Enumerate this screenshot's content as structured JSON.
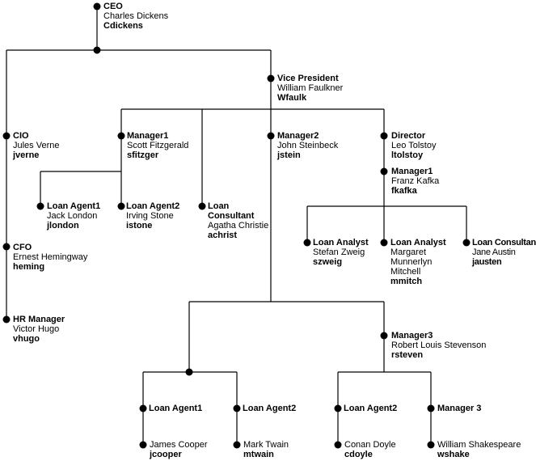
{
  "nodes": {
    "ceo": {
      "title": "CEO",
      "name": "Charles Dickens",
      "user": "Cdickens"
    },
    "vp": {
      "title": "Vice President",
      "name": "William Faulkner",
      "user": "Wfaulk"
    },
    "cio": {
      "title": "CIO",
      "name": "Jules Verne",
      "user": "jverne"
    },
    "cfo": {
      "title": "CFO",
      "name": "Ernest Hemingway",
      "user": "heming"
    },
    "hr": {
      "title": "HR Manager",
      "name": "Victor Hugo",
      "user": "vhugo"
    },
    "m1": {
      "title": "Manager1",
      "name": "Scott Fitzgerald",
      "user": "sfitzger"
    },
    "la1": {
      "title": "Loan Agent1",
      "name": "Jack London",
      "user": "jlondon"
    },
    "la2": {
      "title": "Loan Agent2",
      "name": "Irving Stone",
      "user": "istone"
    },
    "lc": {
      "title1": "Loan",
      "title2": "Consultant",
      "name": "Agatha Christie",
      "user": "achrist"
    },
    "m2": {
      "title": "Manager2",
      "name": "John Steinbeck",
      "user": "jstein"
    },
    "dir": {
      "title": "Director",
      "name": "Leo Tolstoy",
      "user": "ltolstoy"
    },
    "m1k": {
      "title": "Manager1",
      "name": "Franz Kafka",
      "user": "fkafka"
    },
    "lan1": {
      "title": "Loan Analyst",
      "name": "Stefan Zweig",
      "user": "szweig"
    },
    "lan2": {
      "title": "Loan Analyst",
      "name1": "Margaret",
      "name2": "Munnerlyn",
      "name3": "Mitchell",
      "user": "mmitch"
    },
    "lcj": {
      "title": "Loan Consultant",
      "name": "Jane Austin",
      "user": "jausten"
    },
    "m3": {
      "title": "Manager3",
      "name": "Robert Louis Stevenson",
      "user": "rsteven"
    },
    "bla1": {
      "title": "Loan Agent1",
      "name": "James Cooper",
      "user": "jcooper"
    },
    "bla2": {
      "title": "Loan Agent2",
      "name": "Mark Twain",
      "user": "mtwain"
    },
    "bla3": {
      "title": "Loan Agent2",
      "name": "Conan Doyle",
      "user": "cdoyle"
    },
    "bm3": {
      "title": "Manager 3",
      "name": "William Shakespeare",
      "user": "wshake"
    }
  }
}
